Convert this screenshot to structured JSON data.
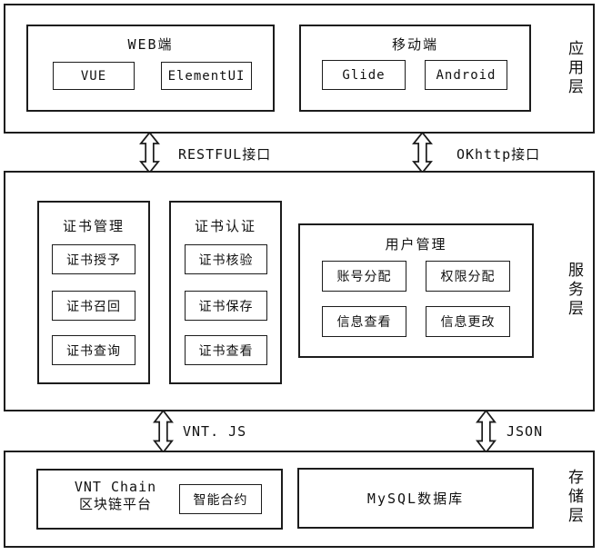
{
  "diagram": {
    "layers": {
      "application": {
        "label": "应用层",
        "web": {
          "title": "WEB端",
          "items": [
            "VUE",
            "ElementUI"
          ]
        },
        "mobile": {
          "title": "移动端",
          "items": [
            "Glide",
            "Android"
          ]
        }
      },
      "service": {
        "label": "服务层",
        "cert_mgmt": {
          "title": "证书管理",
          "items": [
            "证书授予",
            "证书召回",
            "证书查询"
          ]
        },
        "cert_auth": {
          "title": "证书认证",
          "items": [
            "证书核验",
            "证书保存",
            "证书查看"
          ]
        },
        "user_mgmt": {
          "title": "用户管理",
          "items": [
            "账号分配",
            "权限分配",
            "信息查看",
            "信息更改"
          ]
        }
      },
      "storage": {
        "label": "存储层",
        "blockchain": {
          "title_line1": "VNT Chain",
          "title_line2": "区块链平台",
          "items": [
            "智能合约"
          ]
        },
        "database": {
          "title": "MySQL数据库"
        }
      }
    },
    "connectors": {
      "restful": "RESTFUL接口",
      "okhttp": "OKhttp接口",
      "vntjs": "VNT. JS",
      "json": "JSON"
    },
    "colors": {
      "line": "#1c1c1c",
      "background": "#ffffff"
    }
  }
}
